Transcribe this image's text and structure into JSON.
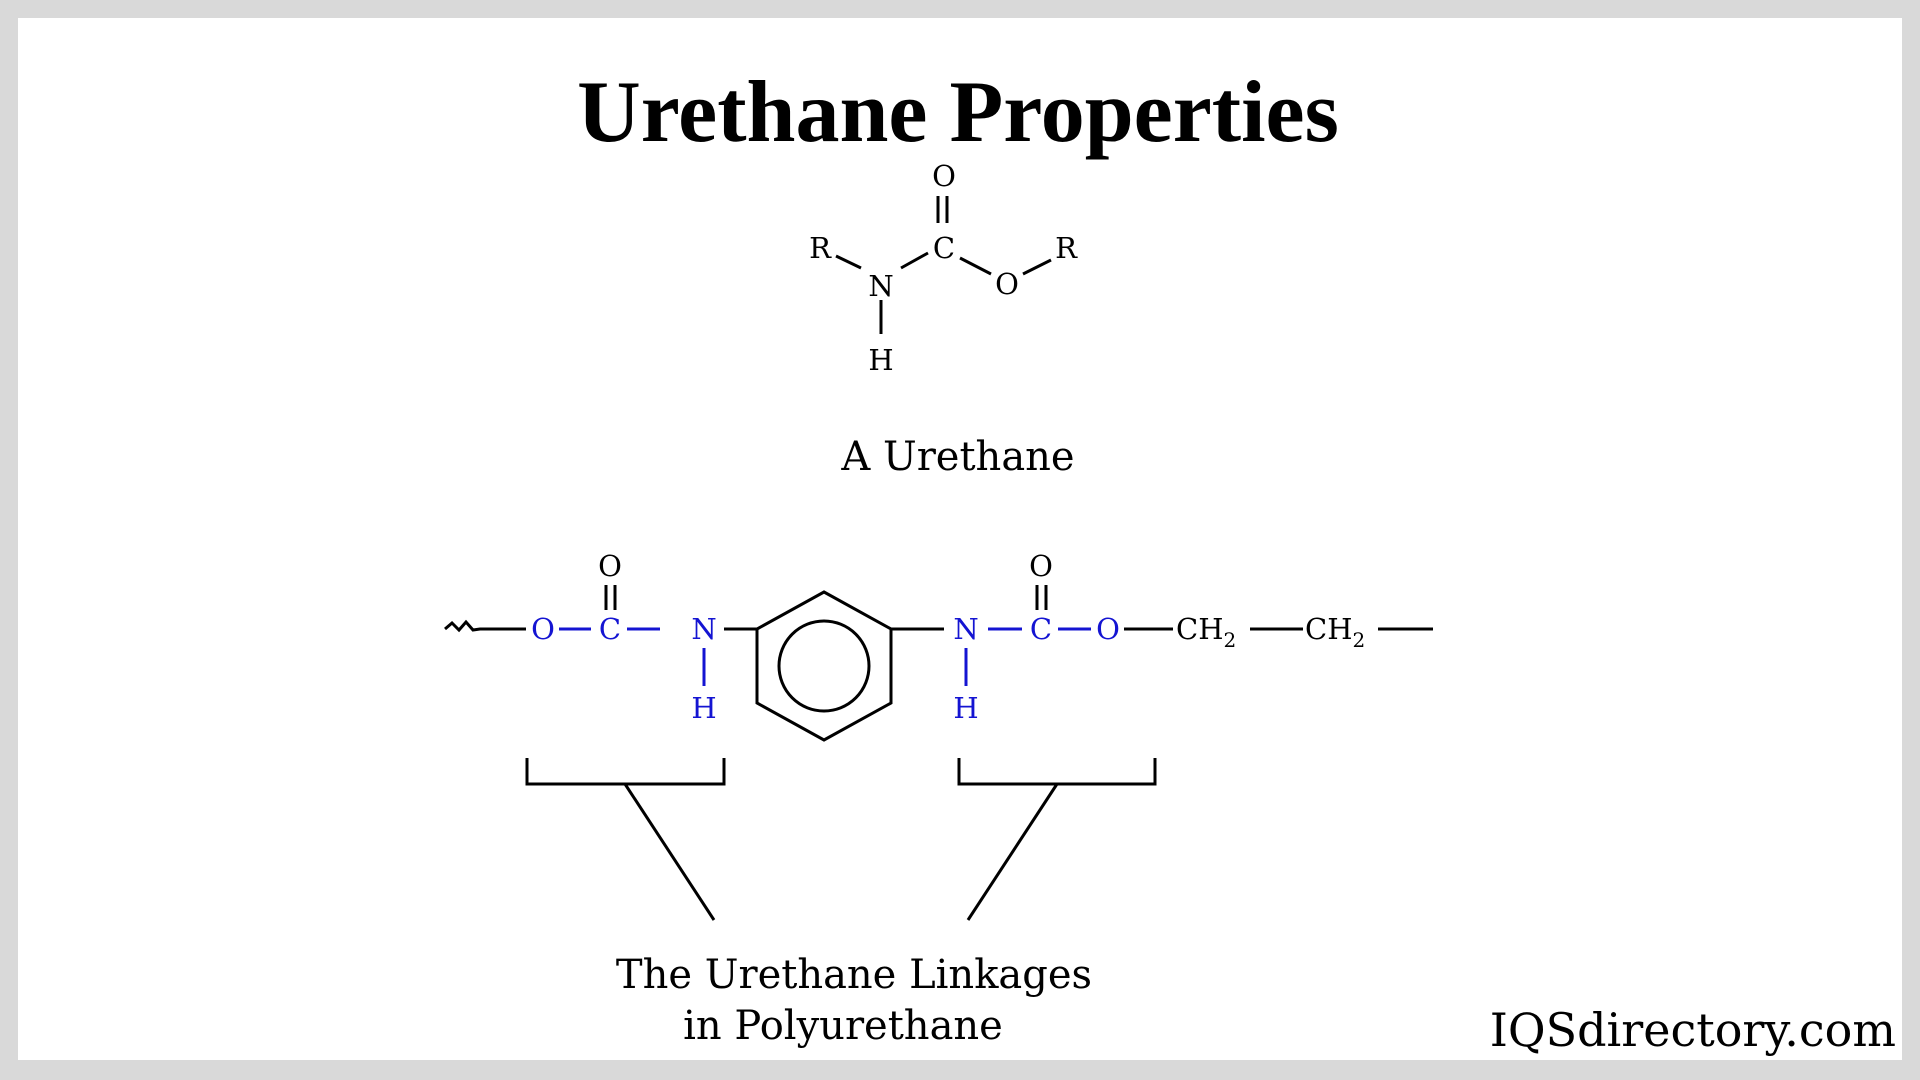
{
  "title": "Urethane Properties",
  "urethane": {
    "caption": "A Urethane",
    "atoms": {
      "r_left": "R",
      "n": "N",
      "h": "H",
      "c": "C",
      "o_top": "O",
      "o_right": "O",
      "r_right": "R"
    }
  },
  "polymer": {
    "atoms": {
      "o1": "O",
      "c1": "C",
      "o1_top": "O",
      "n1": "N",
      "h1": "H",
      "n2": "N",
      "h2": "H",
      "c2": "C",
      "o2_top": "O",
      "o2": "O",
      "ch2a": "CH",
      "ch2a_sub": "2",
      "ch2b": "CH",
      "ch2b_sub": "2"
    },
    "caption_line1": "The Urethane Linkages",
    "caption_line2": "in  Polyurethane"
  },
  "brand": "IQSdirectory.com",
  "colors": {
    "linkage": "#1414d2",
    "ink": "#000000",
    "background": "#ffffff",
    "border": "#d9d9d9"
  }
}
